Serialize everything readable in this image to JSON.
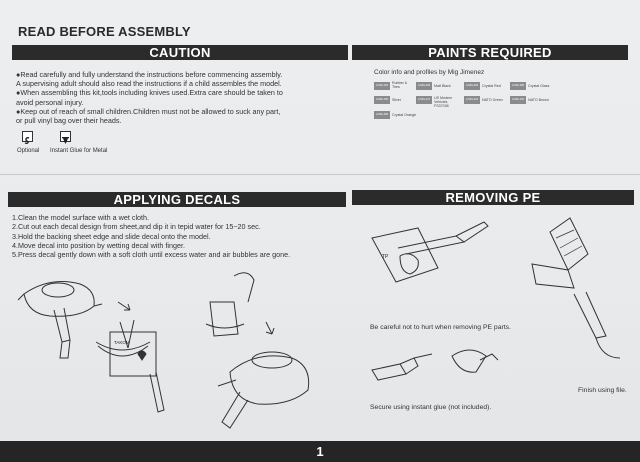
{
  "header": {
    "title": "READ BEFORE ASSEMBLY"
  },
  "caution": {
    "heading": "CAUTION",
    "paragraphs": [
      "●Read carefully and fully understand the instructions before commencing assembly.\nA supervising adult should also read the instructions if a child assembles the model.",
      "●When assembling this kit,tools including knives used.Extra care should be taken to\navoid personal injury.",
      "●Keep out of reach of small children.Children must not be allowed to suck any part,\nor pull vinyl bag over their heads."
    ],
    "symbols": [
      {
        "label": "Optional",
        "icon": "optional-symbol-icon"
      },
      {
        "label": "Instant Glue for Metal",
        "icon": "glue-symbol-icon"
      }
    ]
  },
  "paints": {
    "heading": "PAINTS REQUIRED",
    "intro": "Color info and profiles by Mig Jimenez",
    "chips": [
      {
        "code": "A.MIG-104",
        "name": "Rubber & Tires"
      },
      {
        "code": "A.MIG-046",
        "name": "Matt Black"
      },
      {
        "code": "A.MIG-094",
        "name": "Crystal Red"
      },
      {
        "code": "A.MIG-095",
        "name": "Crystal Glass"
      },
      {
        "code": "A.MIG-195",
        "name": "Silver"
      },
      {
        "code": "A.MIG-107",
        "name": "US Modern Vehicles FS37038"
      },
      {
        "code": "A.MIG-041",
        "name": "NATO Green"
      },
      {
        "code": "A.MIG-042",
        "name": "NATO Brown"
      },
      {
        "code": "A.MIG-093",
        "name": "Crystal Orange"
      }
    ],
    "chip_color": "#8a8b8e"
  },
  "decals": {
    "heading": "APPLYING DECALS",
    "steps": [
      "1.Clean the model surface with a wet cloth.",
      "2.Cut out each decal design from sheet,and dip it in tepid water for 15~20 sec.",
      "3.Hold the backing sheet edge and slide decal onto the model.",
      "4.Move decal into position by wetting decal with finger.",
      "5.Press decal gently down with a soft cloth until excess water and air bubbles are gone."
    ],
    "sheet_label": "TAKOM"
  },
  "pe": {
    "heading": "REMOVING PE",
    "caption_remove": "Be careful not to hurt when removing PE parts.",
    "caption_file": "Finish using file.",
    "caption_glue": "Secure using instant glue (not included)."
  },
  "footer": {
    "page_number": "1"
  },
  "colors": {
    "band": "#2b2b2c",
    "paper": "#eceef0"
  }
}
